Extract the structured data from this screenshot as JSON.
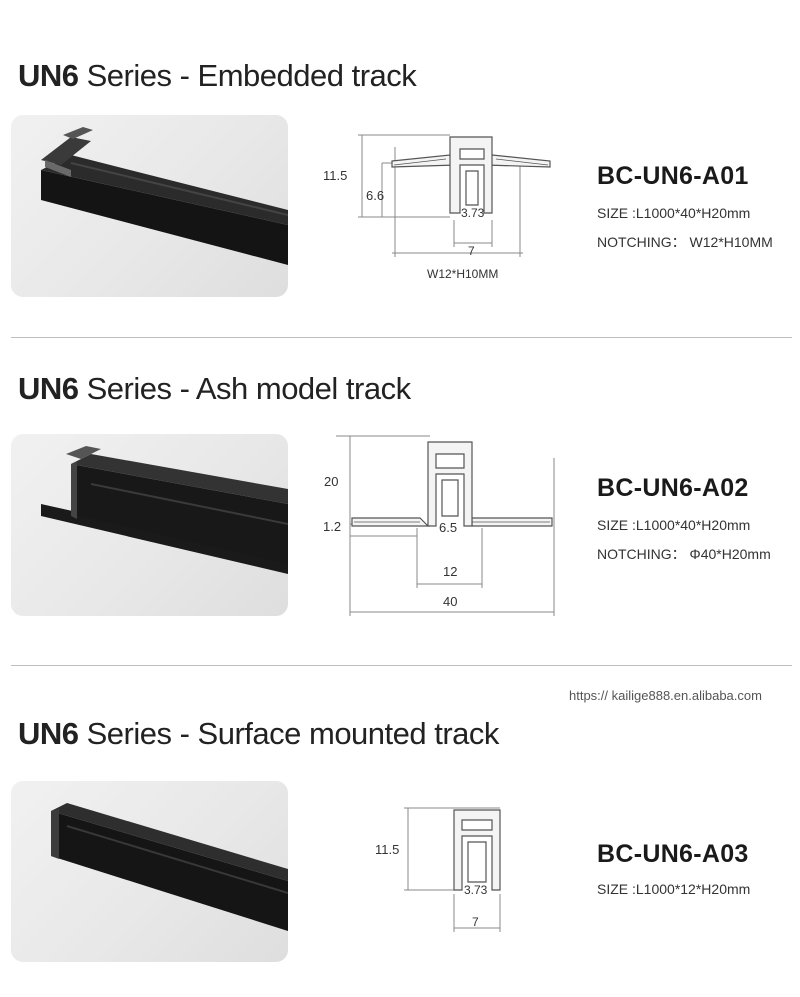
{
  "sections": [
    {
      "title_series": "UN6",
      "title_rest": " Series - Embedded track",
      "model": "BC-UN6-A01",
      "size": "SIZE :L1000*40*H20mm",
      "notching": "NOTCHING： W12*H10MM",
      "dims": {
        "height": "11.5",
        "inner_height": "6.6",
        "slot": "3.73",
        "width": "7",
        "cutout": "W12*H10MM"
      }
    },
    {
      "title_series": "UN6",
      "title_rest": " Series - Ash model track",
      "model": "BC-UN6-A02",
      "size": "SIZE :L1000*40*H20mm",
      "notching": "NOTCHING： Φ40*H20mm",
      "dims": {
        "height": "20",
        "flange": "1.2",
        "slot": "6.5",
        "body_width": "12",
        "total_width": "40"
      }
    },
    {
      "title_series": "UN6",
      "title_rest": " Series - Surface mounted track",
      "model": "BC-UN6-A03",
      "size": "SIZE :L1000*12*H20mm",
      "dims": {
        "height": "11.5",
        "slot": "3.73",
        "width": "7"
      }
    }
  ],
  "url": "https:// kailige888.en.alibaba.com",
  "colors": {
    "track": "#141414",
    "line": "#888888",
    "photo_bg": "#e9e9e9"
  }
}
